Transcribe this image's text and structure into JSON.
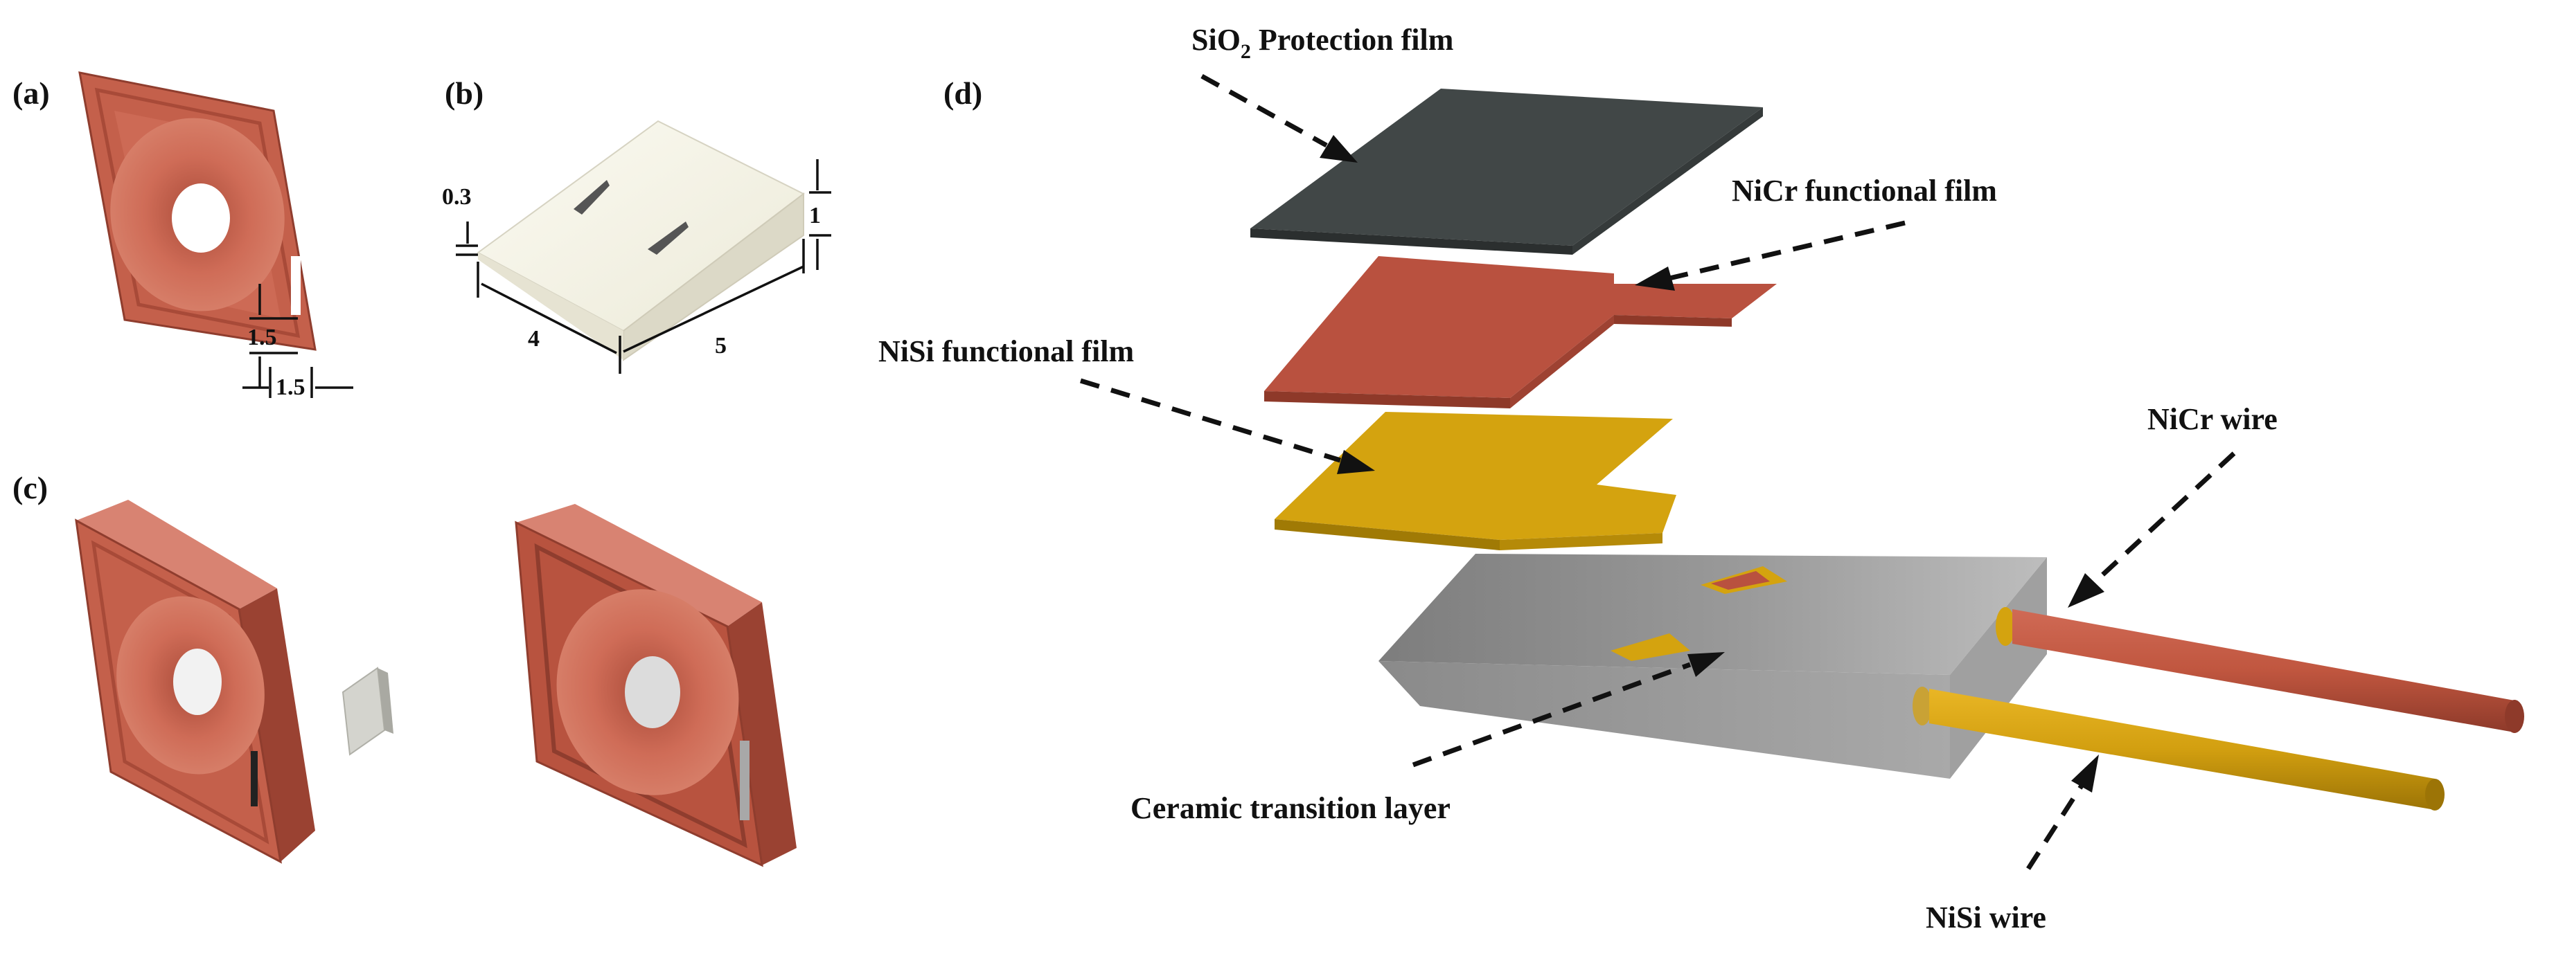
{
  "panels": {
    "a": "(a)",
    "b": "(b)",
    "c": "(c)",
    "d": "(d)"
  },
  "dimensions_a": {
    "height": "1.5",
    "width": "1.5"
  },
  "dimensions_b": {
    "step": "0.3",
    "thickness": "1",
    "length": "4",
    "width": "5"
  },
  "layers_d": {
    "sio2_prefix": "SiO",
    "sio2_sub": "2",
    "sio2_suffix": " Protection film",
    "nicr_film": "NiCr functional film",
    "nisi_film": "NiSi functional film",
    "ceramic": "Ceramic transition layer",
    "nicr_wire": "NiCr wire",
    "nisi_wire": "NiSi wire"
  },
  "colors": {
    "tool_red": "#c4604b",
    "tool_red_dark": "#9a4232",
    "ceramic_white": "#f6f4e9",
    "sio2_film": "#414747",
    "nicr_film": "#b9513f",
    "nisi_film": "#d4a30f",
    "substrate_gray": "#8c8c8c"
  }
}
